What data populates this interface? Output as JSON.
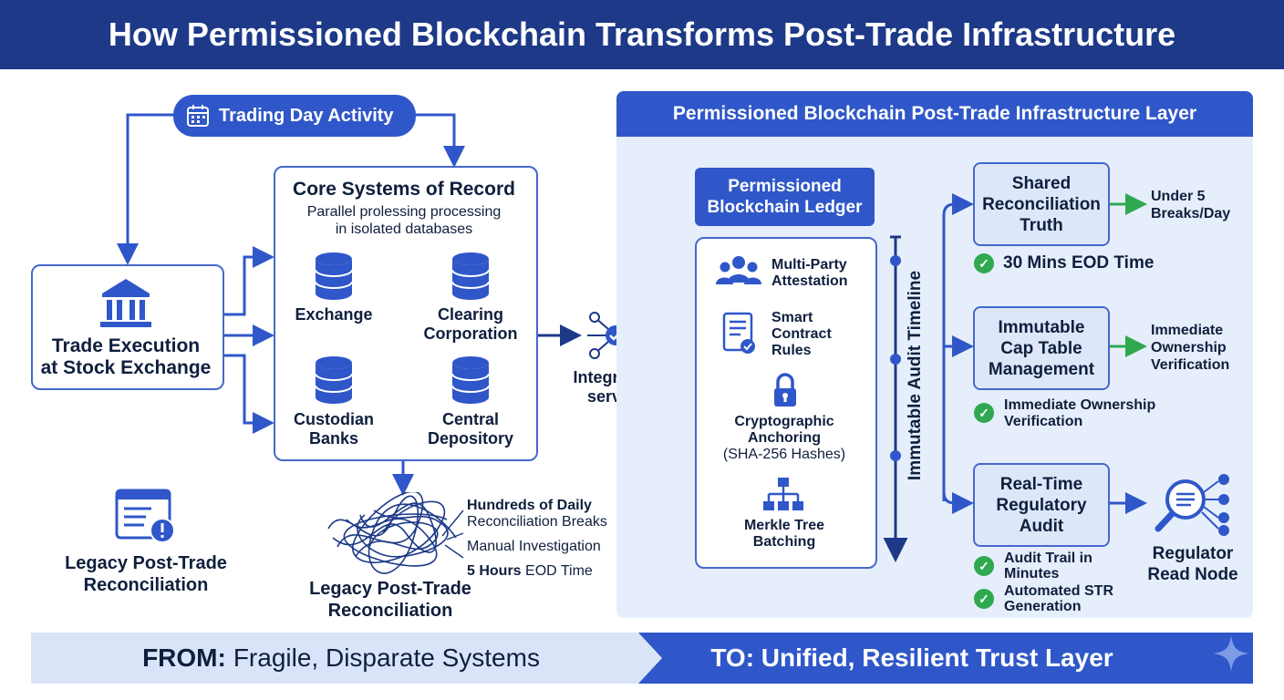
{
  "title": "How Permissioned Blockchain Transforms Post-Trade Infrastructure",
  "trading_day": {
    "label": "Trading Day Activity",
    "icon": "calendar-icon"
  },
  "trade_execution": {
    "line1": "Trade Execution",
    "line2": "at Stock Exchange",
    "icon": "bank-building-icon"
  },
  "core_systems": {
    "title": "Core Systems of Record",
    "subtitle1": "Parallel prolessing processing",
    "subtitle2": "in isolated databases",
    "nodes": [
      {
        "line1": "Exchange",
        "line2": ""
      },
      {
        "line1": "Clearing",
        "line2": "Corporation"
      },
      {
        "line1": "Custodian",
        "line2": "Banks"
      },
      {
        "line1": "Central",
        "line2": "Depository"
      }
    ]
  },
  "legacy_left": {
    "line1": "Legacy Post-Trade",
    "line2": "Reconciliation",
    "icon": "alert-window-icon"
  },
  "legacy_center": {
    "line1": "Legacy Post-Trade",
    "line2": "Reconciliation",
    "icon": "tangled-lines-icon"
  },
  "legacy_notes": {
    "note1_bold": "Hundreds of Daily",
    "note1_rest": "Reconciliation Breaks",
    "note2": "Manual Investigation",
    "note3_bold": "5 Hours",
    "note3_rest": "EOD Time"
  },
  "integration": {
    "line1": "Integration",
    "line2": "service",
    "icon": "network-check-icon"
  },
  "right_panel": {
    "header": "Permissioned Blockchain Post-Trade Infrastructure Layer"
  },
  "ledger": {
    "header1": "Permissioned",
    "header2": "Blockchain Ledger",
    "items": [
      {
        "line1": "Multi-Party",
        "line2": "Attestation",
        "icon": "people-icon"
      },
      {
        "line1": "Smart",
        "line2": "Contract",
        "line3": "Rules",
        "icon": "contract-scroll-icon"
      },
      {
        "line1": "Cryptographic",
        "line2": "Anchoring",
        "line3": "(SHA-256 Hashes)",
        "icon": "padlock-icon"
      },
      {
        "line1": "Merkle Tree",
        "line2": "Batching",
        "icon": "hierarchy-icon"
      }
    ]
  },
  "timeline": {
    "label": "Immutable Audit Timeline"
  },
  "outcomes": [
    {
      "line1": "Shared",
      "line2": "Reconciliation",
      "line3": "Truth",
      "result1": "Under 5",
      "result2": "Breaks/Day",
      "checks": [
        {
          "line1": "30 Mins EOD Time",
          "line2": ""
        }
      ]
    },
    {
      "line1": "Immutable",
      "line2": "Cap Table",
      "line3": "Management",
      "result1": "Immediate",
      "result2": "Ownership",
      "result3": "Verification",
      "checks": [
        {
          "line1": "Immediate Ownership",
          "line2": "Verification"
        }
      ]
    },
    {
      "line1": "Real-Time",
      "line2": "Regulatory",
      "line3": "Audit",
      "checks": [
        {
          "line1": "Audit Trail in",
          "line2": "Minutes"
        },
        {
          "line1": "Automated STR",
          "line2": "Generation"
        }
      ]
    }
  ],
  "regulator": {
    "line1": "Regulator",
    "line2": "Read Node",
    "icon": "magnifier-network-icon"
  },
  "banner": {
    "from_bold": "FROM:",
    "from_rest": "Fragile, Disparate Systems",
    "to": "TO: Unified, Resilient Trust Layer",
    "icon": "sparkle-icon"
  },
  "colors": {
    "navy": "#1d3987",
    "blue": "#2f57c9",
    "panel": "#e6eefb",
    "green": "#2fa84f"
  }
}
